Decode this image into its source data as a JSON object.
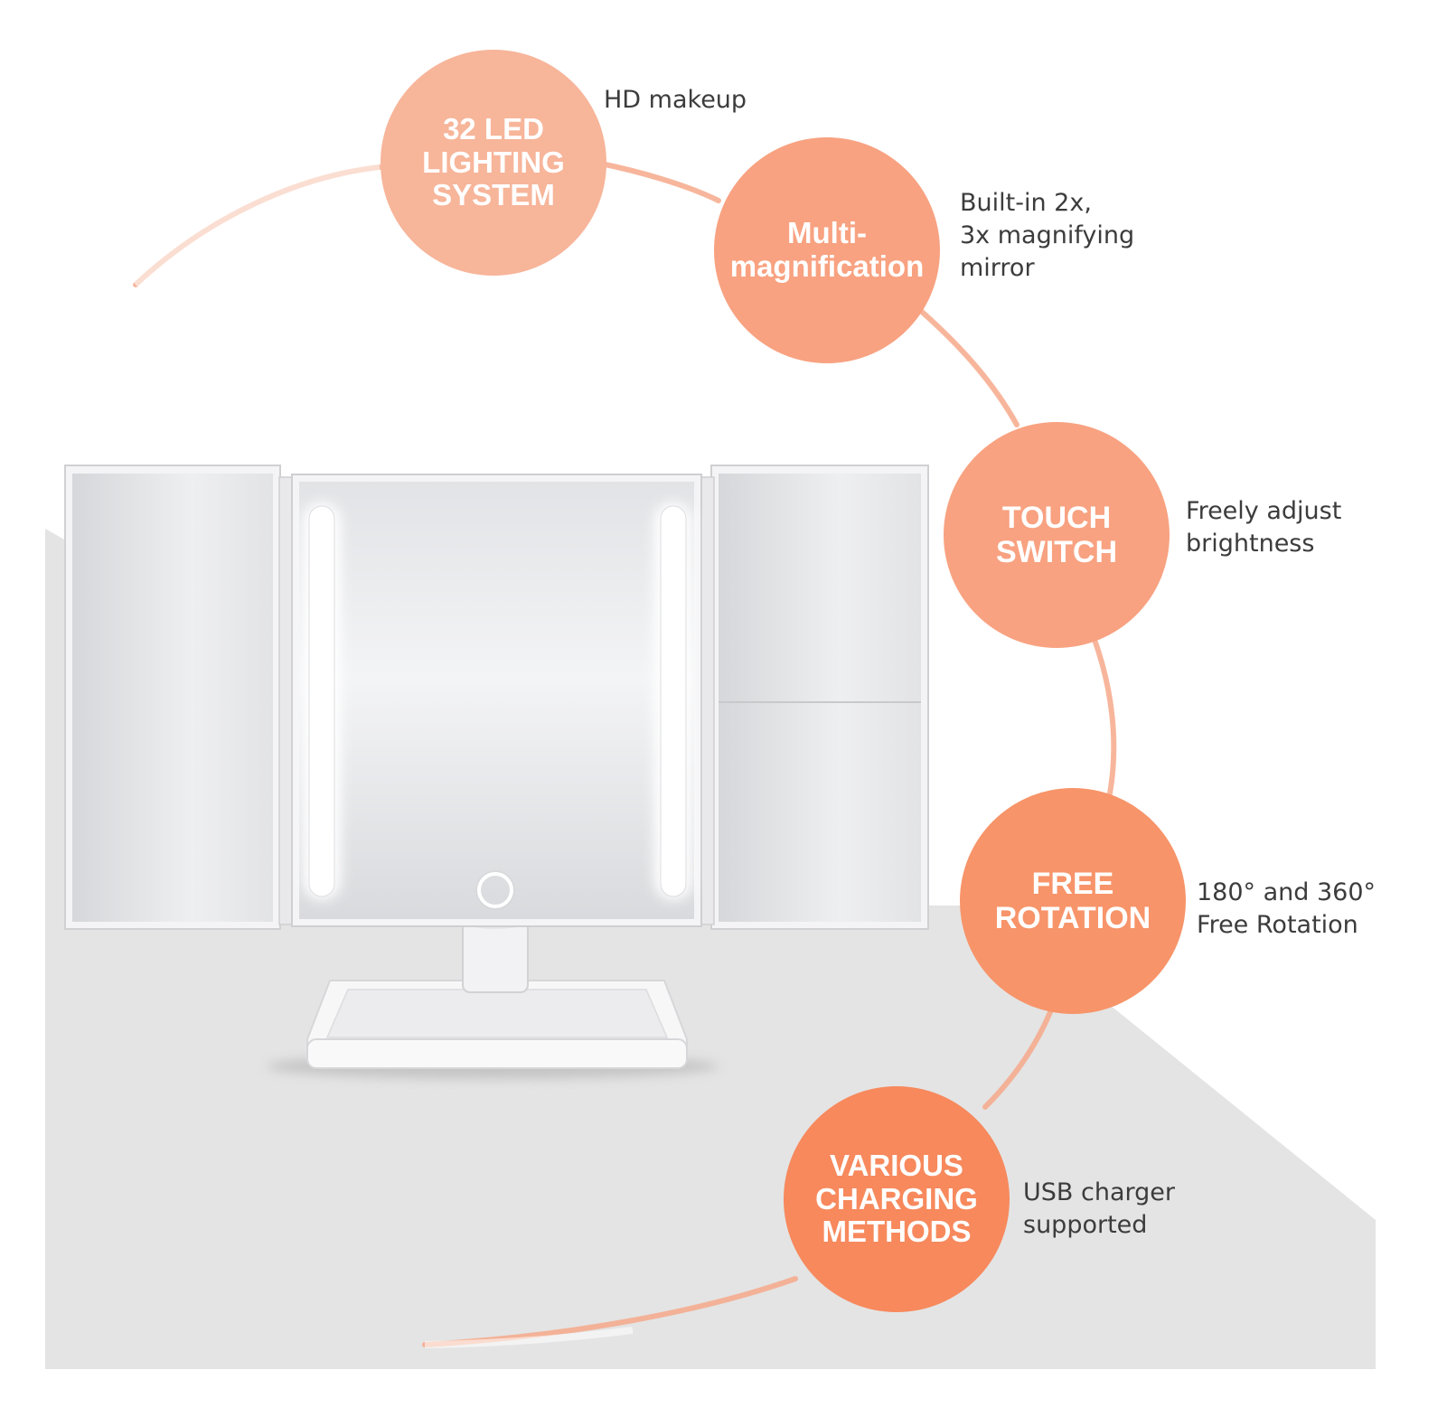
{
  "features": [
    {
      "title": "32 LED\nLIGHTING\nSYSTEM",
      "description": "HD makeup"
    },
    {
      "title": "Multi-\nmagnification",
      "description": "Built-in 2x,\n3x magnifying\nmirror"
    },
    {
      "title": "TOUCH\nSWITCH",
      "description": "Freely adjust\nbrightness"
    },
    {
      "title": "FREE\nROTATION",
      "description": "180° and 360°\nFree Rotation"
    },
    {
      "title": "VARIOUS\nCHARGING\nMETHODS",
      "description": "USB charger\nsupported"
    }
  ],
  "colors": {
    "circle_light": "#f7b59a",
    "circle_mid": "#f8a281",
    "circle_strong": "#f7895d",
    "arc": "#f6a98b",
    "floor": "#e4e4e4",
    "mirror_frame": "#f1f1f3",
    "text": "#3c3c3c"
  },
  "icons": {
    "touch_button": "power-ring-icon"
  }
}
